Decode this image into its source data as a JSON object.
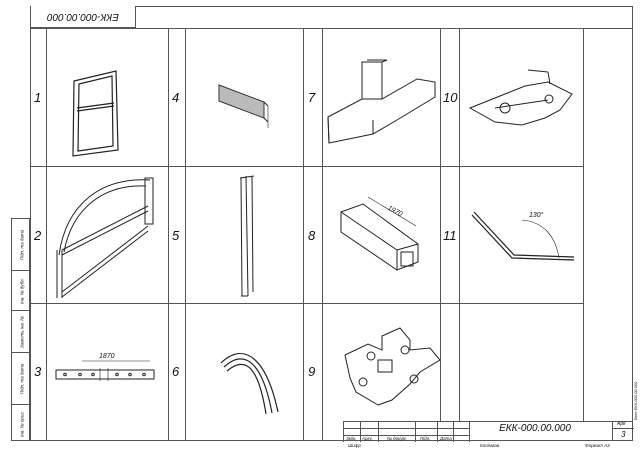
{
  "document": {
    "top_code": "ЕКК-000.00.000",
    "title_code": "ЕКК-000.00.000",
    "sheet_label": "Арк",
    "sheet_number": "3",
    "format": "Формат А3",
    "copied": "Копіював",
    "side_code": "Вмін ЕКК-000.00.000"
  },
  "cells": [
    {
      "number": "1"
    },
    {
      "number": "2"
    },
    {
      "number": "3"
    },
    {
      "number": "4"
    },
    {
      "number": "5"
    },
    {
      "number": "6"
    },
    {
      "number": "7"
    },
    {
      "number": "8"
    },
    {
      "number": "9"
    },
    {
      "number": "10"
    },
    {
      "number": "11"
    }
  ],
  "dimensions": {
    "cell3_length": "1870",
    "cell8_length": "1970",
    "cell11_angle": "130°"
  },
  "side_stamp": [
    "Підп. та дата",
    "Інв. № дубл.",
    "Замість інв. №",
    "Підп. та дата",
    "Інв. № ориг."
  ],
  "stamp_labels": {
    "zmin": "Змін.",
    "arkush": "Арку.",
    "n_dokum": "№ докум.",
    "pidp": "Підп.",
    "data": "Дата",
    "shyfr": "Шифр"
  }
}
